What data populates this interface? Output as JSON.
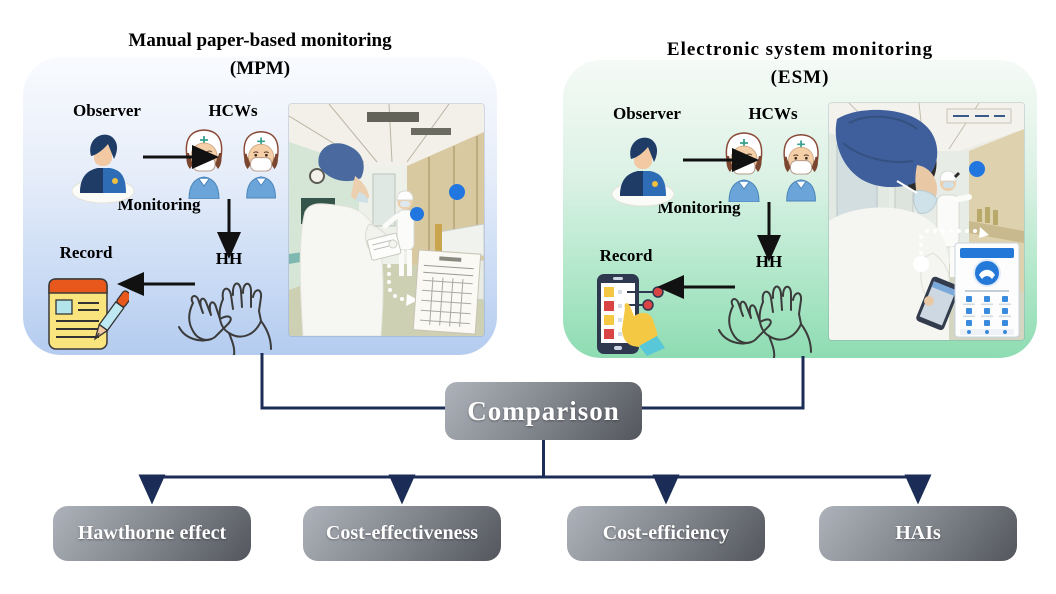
{
  "mpm": {
    "title_line1": "Manual paper-based monitoring",
    "title_line2": "(MPM)",
    "observer_label": "Observer",
    "hcws_label": "HCWs",
    "monitoring_label": "Monitoring",
    "hh_label": "HH",
    "record_label": "Record"
  },
  "esm": {
    "title_line1": "Electronic system monitoring",
    "title_line2": "(ESM)",
    "observer_label": "Observer",
    "hcws_label": "HCWs",
    "monitoring_label": "Monitoring",
    "hh_label": "HH",
    "record_label": "Record"
  },
  "comparison": {
    "label": "Comparison"
  },
  "outcomes": [
    {
      "label": "Hawthorne effect"
    },
    {
      "label": "Cost-effectiveness"
    },
    {
      "label": "Cost-efficiency"
    },
    {
      "label": "HAIs"
    }
  ],
  "icons": {
    "observer": "person-bust-icon",
    "hcws": "two-nurses-icon",
    "hh": "washing-hands-icon",
    "record_mpm": "notepad-with-pen-icon",
    "record_esm": "smartphone-touch-icon"
  },
  "colors": {
    "connector": "#1b2d57",
    "flow_arrow": "#111111",
    "mpm_panel_top": "#f9fbfe",
    "mpm_panel_bottom": "#b4ccf0",
    "esm_panel_top": "#f5faf6",
    "esm_panel_bottom": "#8edcb2",
    "grey_box_light": "#aeb2ba",
    "grey_box_dark": "#53565d",
    "box_text": "#ffffff",
    "marker_blue": "#2176e0"
  }
}
